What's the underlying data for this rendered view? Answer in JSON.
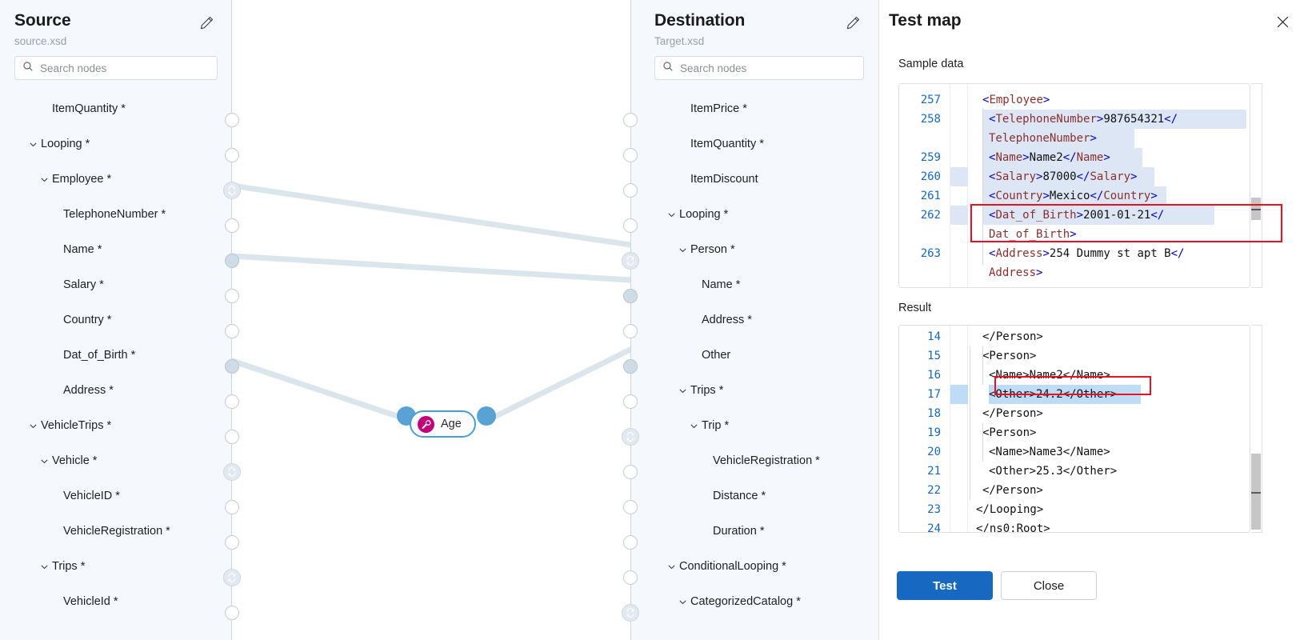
{
  "source": {
    "title": "Source",
    "filename": "source.xsd",
    "edit_icon": "pencil-icon",
    "search": {
      "placeholder": "Search nodes",
      "value": "",
      "icon": "search-icon"
    },
    "nodes": [
      {
        "label": "ItemQuantity *",
        "depth": 2,
        "expandable": false,
        "handle": "empty"
      },
      {
        "label": "Looping *",
        "depth": 1,
        "expandable": true,
        "handle": "empty"
      },
      {
        "label": "Employee *",
        "depth": 2,
        "expandable": true,
        "handle": "loop"
      },
      {
        "label": "TelephoneNumber *",
        "depth": 3,
        "expandable": false,
        "handle": "empty"
      },
      {
        "label": "Name *",
        "depth": 3,
        "expandable": false,
        "handle": "filled"
      },
      {
        "label": "Salary *",
        "depth": 3,
        "expandable": false,
        "handle": "empty"
      },
      {
        "label": "Country *",
        "depth": 3,
        "expandable": false,
        "handle": "empty"
      },
      {
        "label": "Dat_of_Birth *",
        "depth": 3,
        "expandable": false,
        "handle": "filled"
      },
      {
        "label": "Address *",
        "depth": 3,
        "expandable": false,
        "handle": "empty"
      },
      {
        "label": "VehicleTrips *",
        "depth": 1,
        "expandable": true,
        "handle": "empty"
      },
      {
        "label": "Vehicle *",
        "depth": 2,
        "expandable": true,
        "handle": "loop"
      },
      {
        "label": "VehicleID *",
        "depth": 3,
        "expandable": false,
        "handle": "empty"
      },
      {
        "label": "VehicleRegistration *",
        "depth": 3,
        "expandable": false,
        "handle": "empty"
      },
      {
        "label": "Trips *",
        "depth": 2,
        "expandable": true,
        "handle": "loop"
      },
      {
        "label": "VehicleId *",
        "depth": 3,
        "expandable": false,
        "handle": "empty"
      }
    ]
  },
  "destination": {
    "title": "Destination",
    "filename": "Target.xsd",
    "edit_icon": "pencil-icon",
    "search": {
      "placeholder": "Search nodes",
      "value": "",
      "icon": "search-icon"
    },
    "nodes": [
      {
        "label": "ItemPrice *",
        "depth": 2,
        "expandable": false,
        "handle": "empty"
      },
      {
        "label": "ItemQuantity *",
        "depth": 2,
        "expandable": false,
        "handle": "empty"
      },
      {
        "label": "ItemDiscount",
        "depth": 2,
        "expandable": false,
        "handle": "empty"
      },
      {
        "label": "Looping *",
        "depth": 1,
        "expandable": true,
        "handle": "empty"
      },
      {
        "label": "Person *",
        "depth": 2,
        "expandable": true,
        "handle": "loop"
      },
      {
        "label": "Name *",
        "depth": 3,
        "expandable": false,
        "handle": "filled"
      },
      {
        "label": "Address *",
        "depth": 3,
        "expandable": false,
        "handle": "empty"
      },
      {
        "label": "Other",
        "depth": 3,
        "expandable": false,
        "handle": "filled"
      },
      {
        "label": "Trips *",
        "depth": 2,
        "expandable": true,
        "handle": "empty"
      },
      {
        "label": "Trip *",
        "depth": 3,
        "expandable": true,
        "handle": "loop"
      },
      {
        "label": "VehicleRegistration *",
        "depth": 4,
        "expandable": false,
        "handle": "empty"
      },
      {
        "label": "Distance *",
        "depth": 4,
        "expandable": false,
        "handle": "empty"
      },
      {
        "label": "Duration *",
        "depth": 4,
        "expandable": false,
        "handle": "empty"
      },
      {
        "label": "ConditionalLooping *",
        "depth": 1,
        "expandable": true,
        "handle": "empty"
      },
      {
        "label": "CategorizedCatalog *",
        "depth": 2,
        "expandable": true,
        "handle": "loop"
      }
    ]
  },
  "canvas": {
    "function_node": {
      "label": "Age",
      "icon": "wrench-icon",
      "icon_color": "#c2007a",
      "border_color": "#4a9ed4",
      "port_color": "#5aa2d4"
    },
    "edge_color": "#dbe5ec"
  },
  "test_map": {
    "title": "Test map",
    "close_icon": "close-icon",
    "sample_label": "Sample data",
    "result_label": "Result",
    "sample_lines": [
      {
        "num": "257",
        "indent": 1,
        "parts": [
          [
            "br",
            "<"
          ],
          [
            "tag",
            "Employee"
          ],
          [
            "br",
            ">"
          ]
        ]
      },
      {
        "num": "258",
        "indent": 2,
        "parts": [
          [
            "br",
            "<"
          ],
          [
            "tag",
            "TelephoneNumber"
          ],
          [
            "br",
            ">"
          ],
          [
            "val",
            "987654321"
          ],
          [
            "br",
            "</"
          ]
        ]
      },
      {
        "num": "",
        "indent": 2,
        "cont": true,
        "parts": [
          [
            "tag",
            "TelephoneNumber"
          ],
          [
            "br",
            ">"
          ]
        ]
      },
      {
        "num": "259",
        "indent": 2,
        "parts": [
          [
            "br",
            "<"
          ],
          [
            "tag",
            "Name"
          ],
          [
            "br",
            ">"
          ],
          [
            "val",
            "Name2"
          ],
          [
            "br",
            "</"
          ],
          [
            "tag",
            "Name"
          ],
          [
            "br",
            ">"
          ]
        ]
      },
      {
        "num": "260",
        "indent": 2,
        "parts": [
          [
            "br",
            "<"
          ],
          [
            "tag",
            "Salary"
          ],
          [
            "br",
            ">"
          ],
          [
            "val",
            "87000"
          ],
          [
            "br",
            "</"
          ],
          [
            "tag",
            "Salary"
          ],
          [
            "br",
            ">"
          ]
        ]
      },
      {
        "num": "261",
        "indent": 2,
        "parts": [
          [
            "br",
            "<"
          ],
          [
            "tag",
            "Country"
          ],
          [
            "br",
            ">"
          ],
          [
            "val",
            "Mexico"
          ],
          [
            "br",
            "</"
          ],
          [
            "tag",
            "Country"
          ],
          [
            "br",
            ">"
          ]
        ]
      },
      {
        "num": "262",
        "indent": 2,
        "parts": [
          [
            "br",
            "<"
          ],
          [
            "tag",
            "Dat_of_Birth"
          ],
          [
            "br",
            ">"
          ],
          [
            "val",
            "2001-01-21"
          ],
          [
            "br",
            "</"
          ]
        ]
      },
      {
        "num": "",
        "indent": 2,
        "cont": true,
        "parts": [
          [
            "tag",
            "Dat_of_Birth"
          ],
          [
            "br",
            ">"
          ]
        ]
      },
      {
        "num": "263",
        "indent": 2,
        "parts": [
          [
            "br",
            "<"
          ],
          [
            "tag",
            "Address"
          ],
          [
            "br",
            ">"
          ],
          [
            "val",
            "254 Dummy st apt B"
          ],
          [
            "br",
            "</"
          ]
        ]
      },
      {
        "num": "",
        "indent": 2,
        "cont": true,
        "parts": [
          [
            "tag",
            "Address"
          ],
          [
            "br",
            ">"
          ]
        ]
      }
    ],
    "result_lines": [
      {
        "num": "14",
        "indent": 1,
        "parts": [
          [
            "plain",
            "</Person>"
          ]
        ]
      },
      {
        "num": "15",
        "indent": 1,
        "parts": [
          [
            "plain",
            "<Person>"
          ]
        ]
      },
      {
        "num": "16",
        "indent": 2,
        "parts": [
          [
            "plain",
            "<Name>Name2</Name>"
          ]
        ]
      },
      {
        "num": "17",
        "indent": 2,
        "parts": [
          [
            "plain",
            "<Other>24.2</Other>"
          ]
        ]
      },
      {
        "num": "18",
        "indent": 1,
        "parts": [
          [
            "plain",
            "</Person>"
          ]
        ]
      },
      {
        "num": "19",
        "indent": 1,
        "parts": [
          [
            "plain",
            "<Person>"
          ]
        ]
      },
      {
        "num": "20",
        "indent": 2,
        "parts": [
          [
            "plain",
            "<Name>Name3</Name>"
          ]
        ]
      },
      {
        "num": "21",
        "indent": 2,
        "parts": [
          [
            "plain",
            "<Other>25.3</Other>"
          ]
        ]
      },
      {
        "num": "22",
        "indent": 1,
        "parts": [
          [
            "plain",
            "</Person>"
          ]
        ]
      },
      {
        "num": "23",
        "indent": 0,
        "parts": [
          [
            "plain",
            "</Looping>"
          ]
        ]
      },
      {
        "num": "24",
        "indent": -1,
        "parts": [
          [
            "plain",
            "</ns0:Root>"
          ]
        ]
      }
    ],
    "test_button": "Test",
    "close_button": "Close",
    "accent_color": "#1668c1",
    "highlight_color": "#e81123"
  }
}
